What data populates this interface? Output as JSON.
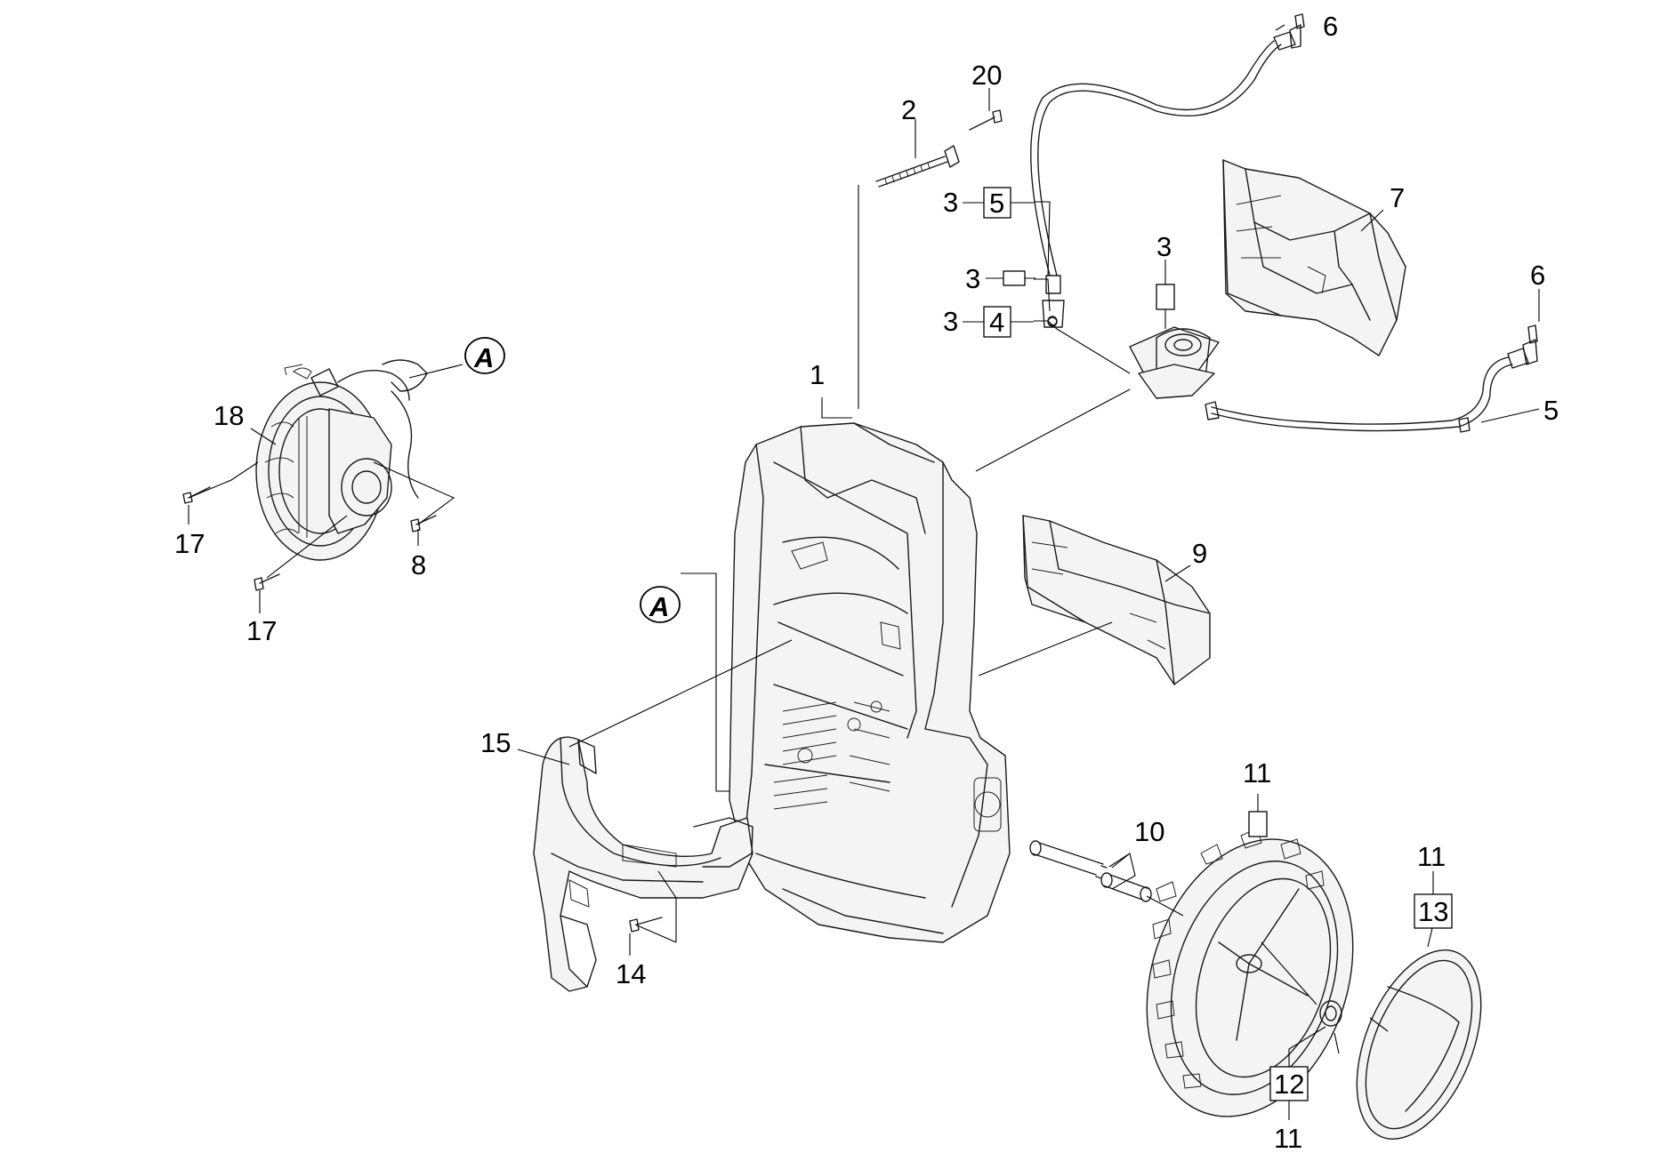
{
  "callouts": {
    "c1": "1",
    "c2": "2",
    "c20": "20",
    "c3_5_num": "3",
    "c3_5_box": "5",
    "c3_clip": "3",
    "c3_4_num": "3",
    "c3_4_box": "4",
    "c3_top": "3",
    "c6_top": "6",
    "c6_right": "6",
    "c7": "7",
    "c5": "5",
    "c9": "9",
    "c10": "10",
    "c11_top": "11",
    "c11_right": "11",
    "c13_box": "13",
    "c12_box": "12",
    "c11_bottom": "11",
    "c15": "15",
    "c14": "14",
    "c18": "18",
    "c17_a": "17",
    "c17_b": "17",
    "c8": "8",
    "ref_a1": "A",
    "ref_a2": "A"
  }
}
